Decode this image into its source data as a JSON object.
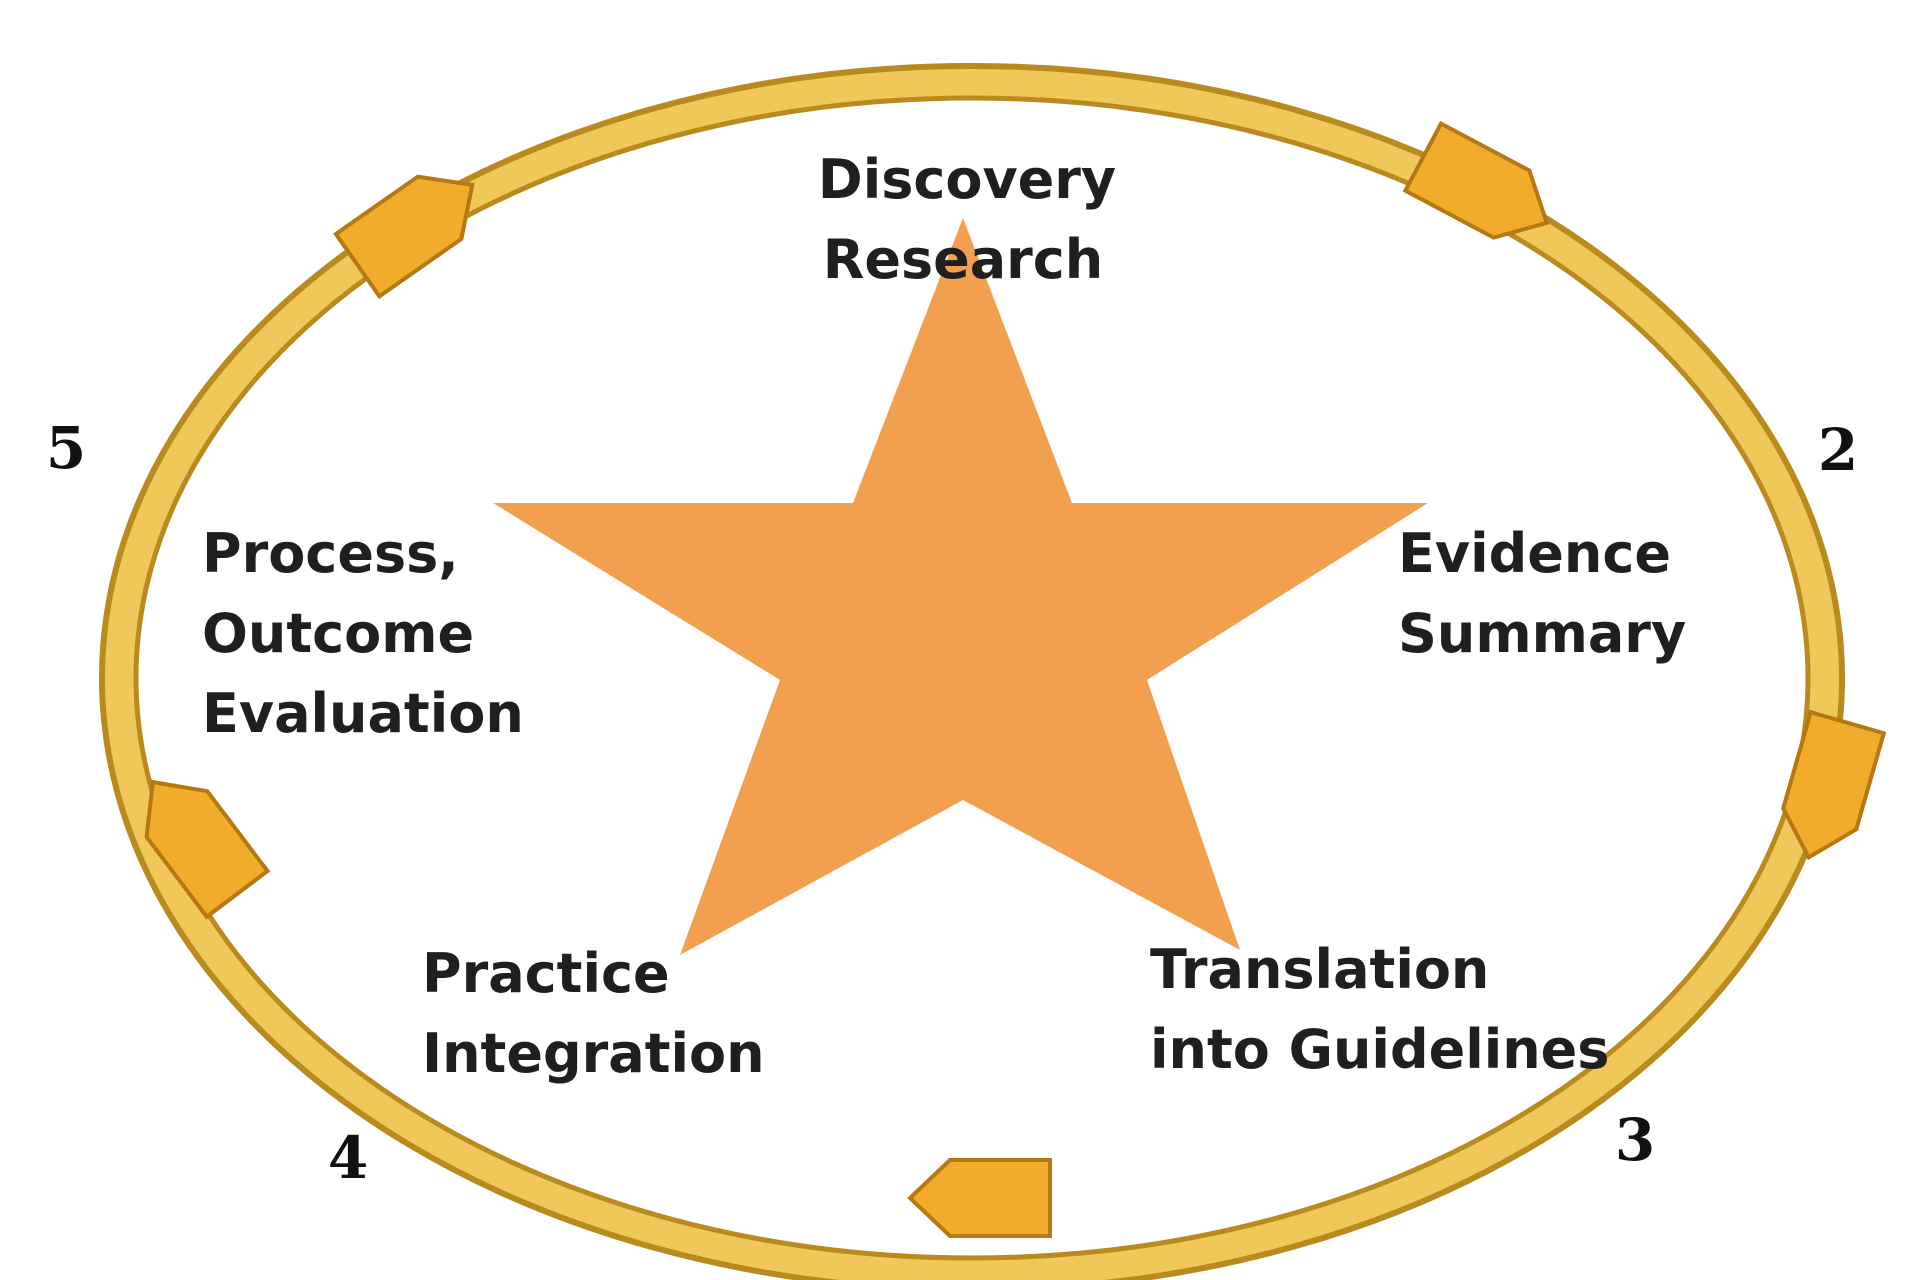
{
  "colors": {
    "ring_fill": "#f0c85a",
    "ring_stroke": "#b98a1e",
    "arrow_fill": "#f2ac2c",
    "arrow_stroke": "#b57812",
    "star_fill": "#f2a050",
    "text": "#1f1f1f"
  },
  "stages": {
    "discovery": [
      "Discovery",
      "Research"
    ],
    "evidence": [
      "Evidence",
      "Summary"
    ],
    "translation": [
      "Translation",
      "into Guidelines"
    ],
    "practice": [
      "Practice",
      "Integration"
    ],
    "evaluation": [
      "Process,",
      "Outcome",
      "Evaluation"
    ]
  },
  "step_numbers": {
    "two": "2",
    "three": "3",
    "four": "4",
    "five": "5"
  }
}
